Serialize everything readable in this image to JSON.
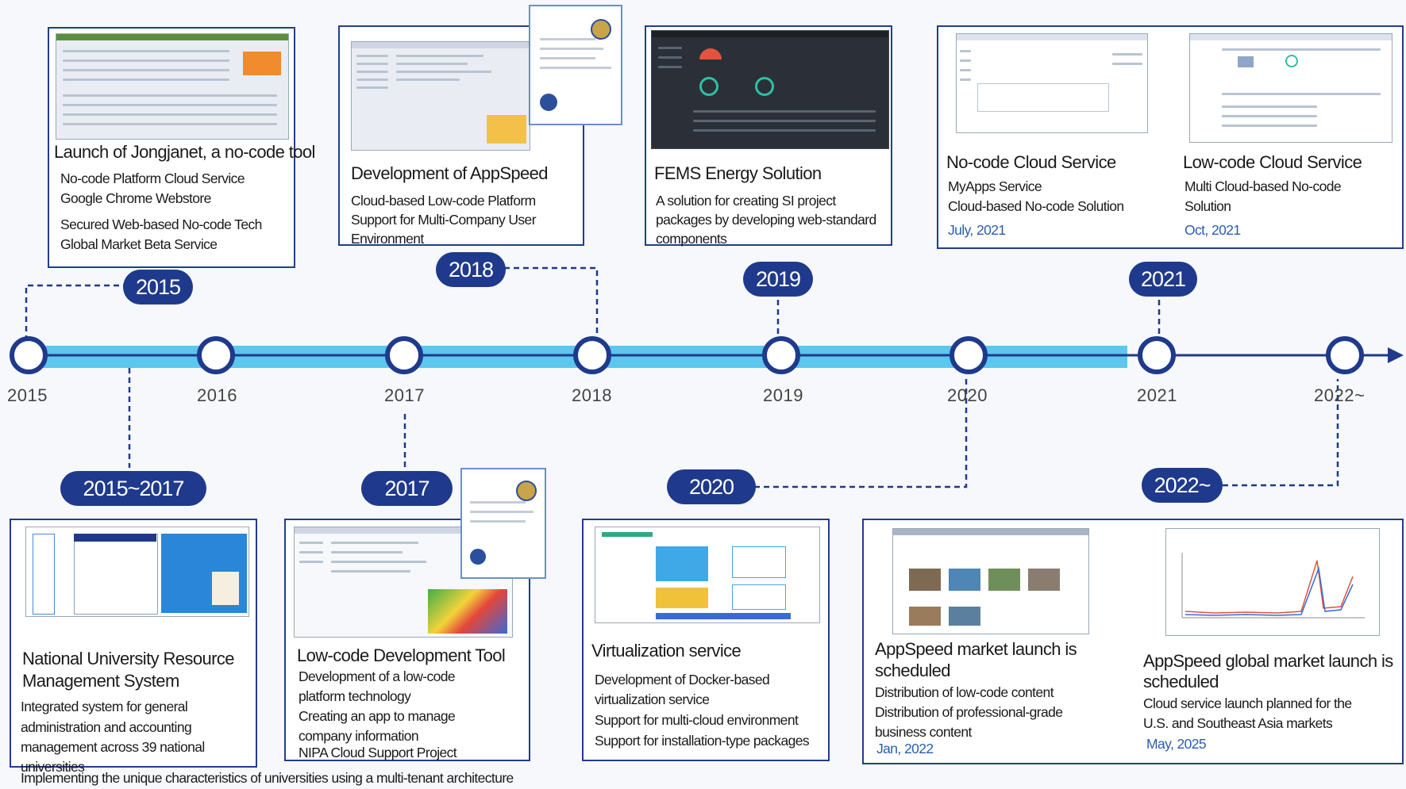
{
  "timeline": {
    "years": [
      "2015",
      "2016",
      "2017",
      "2018",
      "2019",
      "2020",
      "2021",
      "2022~"
    ]
  },
  "top": [
    {
      "badge": "2015",
      "title": "Launch of Jongjanet, a no-code tool",
      "lines": [
        "No-code Platform Cloud Service",
        "Google Chrome Webstore",
        "Secured Web-based No-code Tech",
        "Global Market Beta Service"
      ]
    },
    {
      "badge": "2018",
      "title": "Development of AppSpeed",
      "lines": [
        "Cloud-based Low-code Platform",
        "Support for Multi-Company User",
        "Environment"
      ]
    },
    {
      "badge": "2019",
      "title": "FEMS Energy Solution",
      "lines": [
        "A solution for creating SI project",
        "packages by developing web-standard",
        "components"
      ]
    },
    {
      "badge": "2021",
      "left": {
        "title": "No-code Cloud Service",
        "lines": [
          "MyApps Service",
          "Cloud-based No-code Solution"
        ],
        "date": "July, 2021"
      },
      "right": {
        "title": "Low-code Cloud Service",
        "lines": [
          "Multi Cloud-based No-code",
          "Solution"
        ],
        "date": "Oct, 2021"
      }
    }
  ],
  "bottom": [
    {
      "badge": "2015~2017",
      "title": [
        "National University Resource",
        "Management System"
      ],
      "lines": [
        "Integrated system for general",
        "administration and accounting",
        "management across 39 national",
        "universities"
      ],
      "footer": "Implementing the unique characteristics of universities using a multi-tenant architecture"
    },
    {
      "badge": "2017",
      "title": "Low-code Development Tool",
      "lines": [
        "Development of a low-code",
        "platform technology",
        "Creating an app to manage",
        "company information",
        "NIPA Cloud Support Project"
      ]
    },
    {
      "badge": "2020",
      "title": "Virtualization service",
      "lines": [
        "Development of Docker-based",
        "virtualization service",
        "Support for multi-cloud environment",
        "Support for installation-type packages"
      ]
    },
    {
      "badge": "2022~",
      "left": {
        "title": [
          "AppSpeed market launch is",
          "scheduled"
        ],
        "lines": [
          "Distribution of low-code content",
          "Distribution of professional-grade",
          "business content"
        ],
        "date": "Jan, 2022"
      },
      "right": {
        "title": [
          "AppSpeed global market launch is",
          "scheduled"
        ],
        "lines": [
          "Cloud service launch planned for the",
          "U.S. and Southeast Asia markets"
        ],
        "date": "May, 2025"
      }
    }
  ],
  "colors": {
    "navy": "#1f3a8c",
    "track": "#5bc7ee",
    "frame": "#1f3e8c"
  }
}
